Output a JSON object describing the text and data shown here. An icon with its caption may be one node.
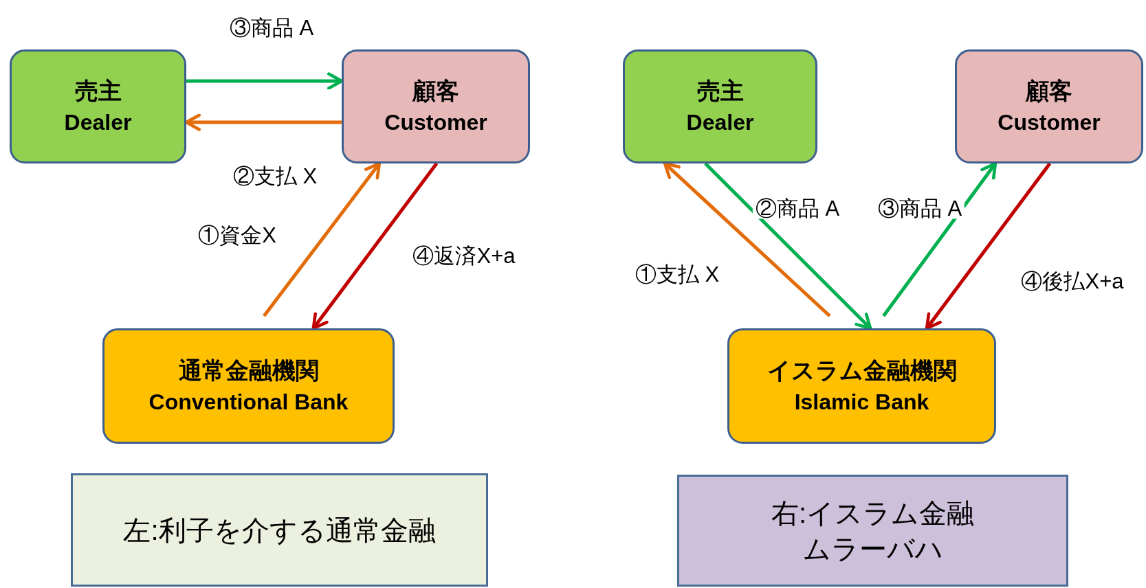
{
  "diagram": {
    "nodes": [
      {
        "text": [
          "売主",
          "Dealer"
        ]
      },
      {
        "text": [
          "顧客",
          "Customer"
        ]
      },
      {
        "text": [
          "通常金融機関",
          "Conventional Bank"
        ]
      },
      {
        "text": [
          "左:利子を介する通常金融"
        ]
      },
      {
        "text": [
          "売主",
          "Dealer"
        ]
      },
      {
        "text": [
          "顧客",
          "Customer"
        ]
      },
      {
        "text": [
          "イスラム金融機関",
          "Islamic Bank"
        ]
      },
      {
        "text": [
          "右:イスラム金融ムラーバハ"
        ]
      }
    ],
    "edges": [
      {
        "from": 0,
        "to": 1,
        "arrow": "to",
        "label": "③商品 A",
        "color": "#00b050"
      },
      {
        "from": 1,
        "to": 0,
        "arrow": "to",
        "label": "②支払 X",
        "color": "#e36c09"
      },
      {
        "from": 2,
        "to": 1,
        "arrow": "to",
        "label": "①資金X",
        "color": "#e36c09"
      },
      {
        "from": 1,
        "to": 2,
        "arrow": "to",
        "label": "④返済X+a",
        "color": "#c00000"
      },
      {
        "from": 6,
        "to": 4,
        "arrow": "to",
        "label": "①支払 X",
        "color": "#e36c09"
      },
      {
        "from": 4,
        "to": 6,
        "arrow": "to",
        "label": "②商品 A",
        "color": "#00b050"
      },
      {
        "from": 6,
        "to": 5,
        "arrow": "to",
        "label": "③商品 A",
        "color": "#00b050"
      },
      {
        "from": 5,
        "to": 6,
        "arrow": "to",
        "label": "④後払X+a",
        "color": "#c00000"
      }
    ]
  }
}
